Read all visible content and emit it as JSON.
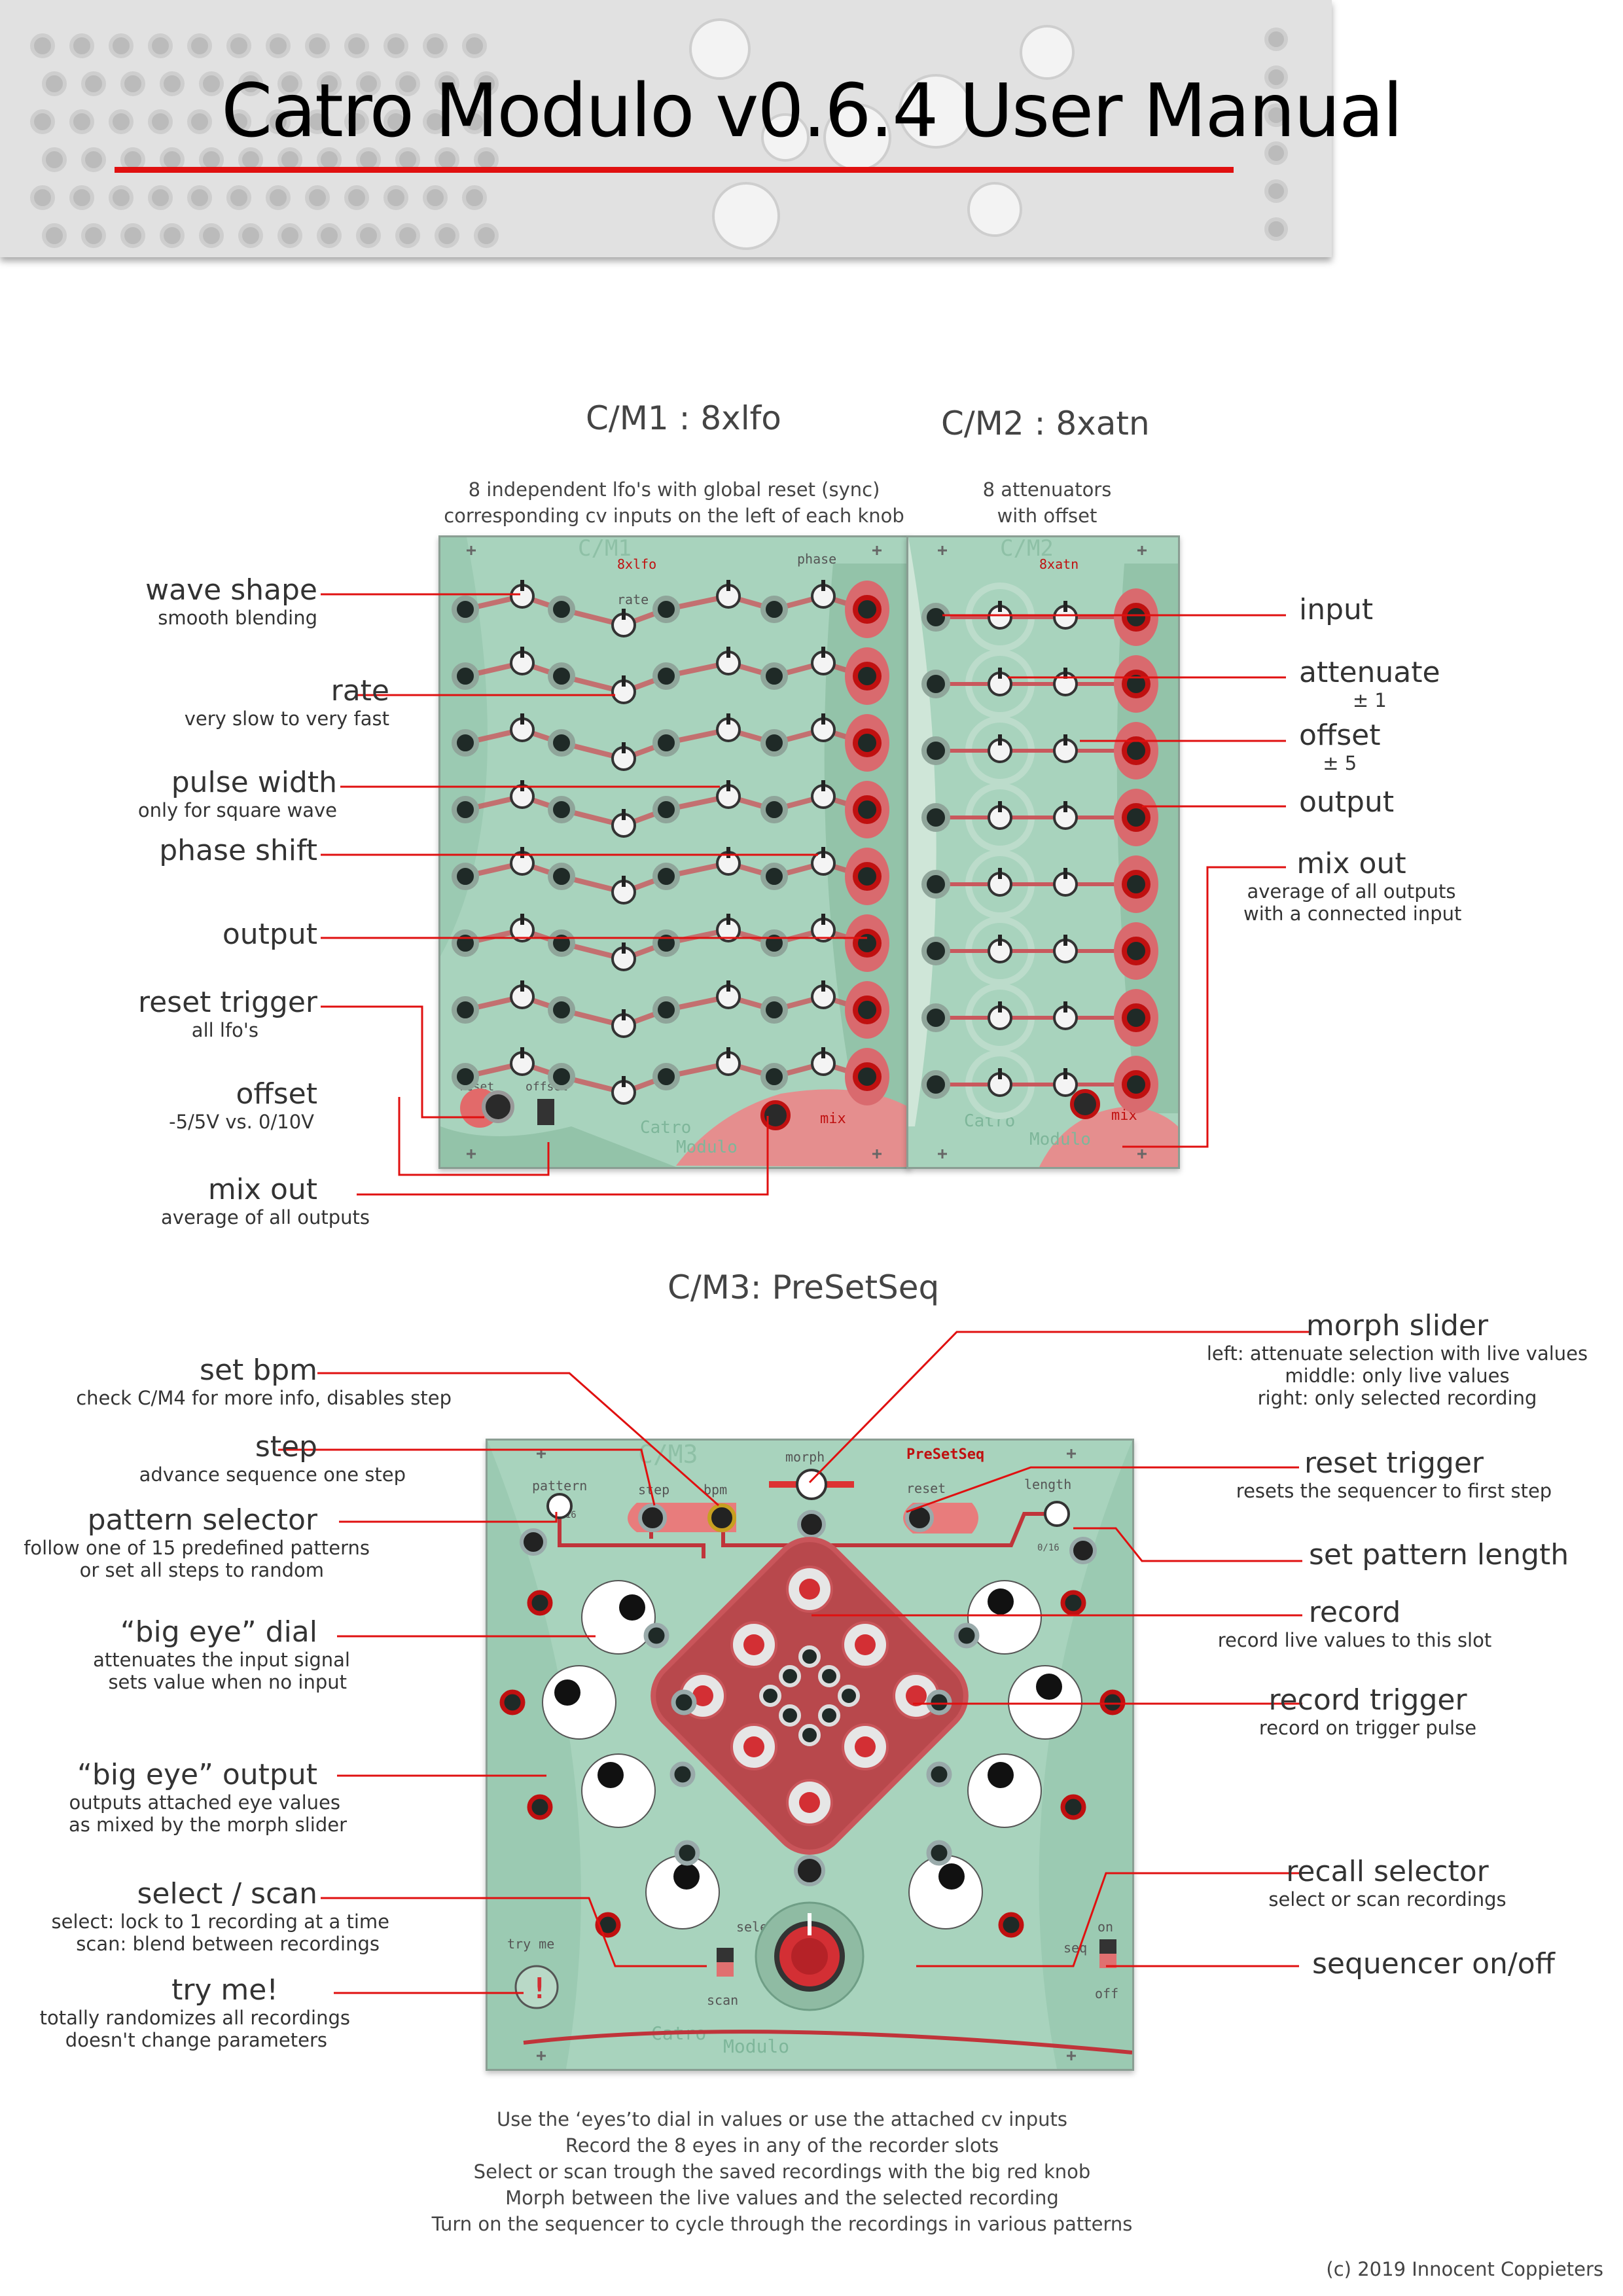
{
  "banner": {
    "title": "Catro Modulo v0.6.4 User Manual"
  },
  "cm1": {
    "heading": "C/M1 : 8xlfo",
    "description": [
      "8 independent lfo's with global reset (sync)",
      "corresponding cv inputs on the left of each knob"
    ],
    "panel": {
      "name": "C/M1",
      "model": "8xlfo",
      "rate": "rate",
      "phase": "phase",
      "reset": "reset",
      "offset": "offset",
      "mix": "mix",
      "brand1": "Catro",
      "brand2": "Modulo"
    },
    "labels": [
      {
        "title": "wave shape",
        "sub": "smooth blending"
      },
      {
        "title": "rate",
        "sub": "very slow to very fast"
      },
      {
        "title": "pulse width",
        "sub": "only for square wave"
      },
      {
        "title": "phase shift",
        "sub": ""
      },
      {
        "title": "output",
        "sub": ""
      },
      {
        "title": "reset trigger",
        "sub": "all lfo's"
      },
      {
        "title": "offset",
        "sub": "-5/5V vs. 0/10V"
      },
      {
        "title": "mix out",
        "sub": "average of all outputs"
      }
    ]
  },
  "cm2": {
    "heading": "C/M2 : 8xatn",
    "description": [
      "8 attenuators",
      "with offset"
    ],
    "panel": {
      "name": "C/M2",
      "model": "8xatn",
      "mix": "mix",
      "brand1": "Catro",
      "brand2": "Modulo"
    },
    "labels": [
      {
        "title": "input",
        "sub": ""
      },
      {
        "title": "attenuate",
        "sub": "± 1"
      },
      {
        "title": "offset",
        "sub": "± 5"
      },
      {
        "title": "output",
        "sub": ""
      },
      {
        "title": "mix out",
        "sub": "average of all outputs",
        "sub2": "with a connected input"
      }
    ]
  },
  "cm3": {
    "heading": "C/M3: PreSetSeq",
    "panel": {
      "name": "C/M3",
      "model": "PreSetSeq",
      "pattern": "pattern",
      "step": "step",
      "bpm": "bpm",
      "morph": "morph",
      "reset": "reset",
      "length": "length",
      "select": "select",
      "scan": "scan",
      "tryme": "try me",
      "seq": "seq",
      "on": "on",
      "off": "off",
      "brand1": "Catro",
      "brand2": "Modulo",
      "range": "0/16"
    },
    "left_labels": [
      {
        "title": "set bpm",
        "lines": [
          "check C/M4 for more info, disables step"
        ]
      },
      {
        "title": "step",
        "lines": [
          "advance sequence one step"
        ]
      },
      {
        "title": "pattern selector",
        "lines": [
          "follow one of 15 predefined patterns",
          "or set all steps to random"
        ]
      },
      {
        "title": "“big eye” dial",
        "lines": [
          "attenuates the input signal",
          "sets value when no input"
        ]
      },
      {
        "title": "“big eye” output",
        "lines": [
          "outputs attached eye values",
          "as mixed by the morph slider"
        ]
      },
      {
        "title": "select / scan",
        "lines": [
          "select: lock to 1 recording at a time",
          "scan: blend between recordings"
        ]
      },
      {
        "title": "try me!",
        "lines": [
          "totally randomizes all recordings",
          "doesn't change parameters"
        ]
      }
    ],
    "right_labels": [
      {
        "title": "morph slider",
        "lines": [
          "left: attenuate selection with live values",
          "middle: only live values",
          "right: only selected recording"
        ]
      },
      {
        "title": "reset trigger",
        "lines": [
          "resets the sequencer to first step"
        ]
      },
      {
        "title": "set pattern length",
        "lines": []
      },
      {
        "title": "record",
        "lines": [
          "record live values to this slot"
        ]
      },
      {
        "title": "record trigger",
        "lines": [
          "record on trigger pulse"
        ]
      },
      {
        "title": "recall selector",
        "lines": [
          "select or scan recordings"
        ]
      },
      {
        "title": "sequencer on/off",
        "lines": []
      }
    ]
  },
  "footer": {
    "lines": [
      "Use the ‘eyes’to dial in values or use the attached cv inputs",
      "Record the 8 eyes in any of the recorder slots",
      "Select or scan trough the saved recordings with the big red knob",
      "Morph between the live values and the selected recording",
      "Turn on the sequencer to cycle through the recordings in various patterns"
    ],
    "copyright": "(c) 2019 Innocent Coppieters"
  },
  "colors": {
    "accent": "#e01010",
    "panel": "#a8d3bd",
    "panel_dark": "#8dbfa5",
    "text": "#333333"
  }
}
